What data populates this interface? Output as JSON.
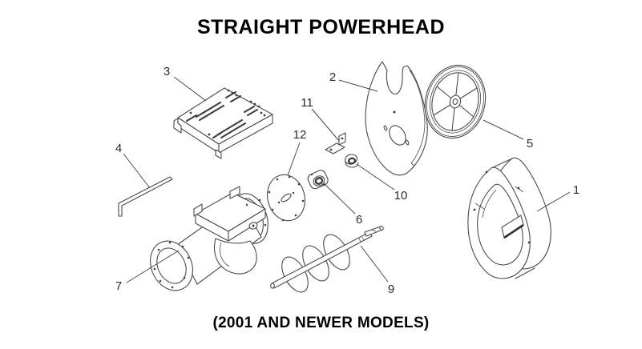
{
  "page": {
    "title": "STRAIGHT POWERHEAD",
    "footer": "(2001 AND NEWER MODELS)"
  },
  "diagram": {
    "type": "exploded-parts-diagram",
    "line_color": "#4a4a4a",
    "label_color": "#2b2b2b",
    "part_numbers": [
      "1",
      "2",
      "3",
      "4",
      "5",
      "6",
      "7",
      "9",
      "10",
      "11",
      "12"
    ]
  }
}
